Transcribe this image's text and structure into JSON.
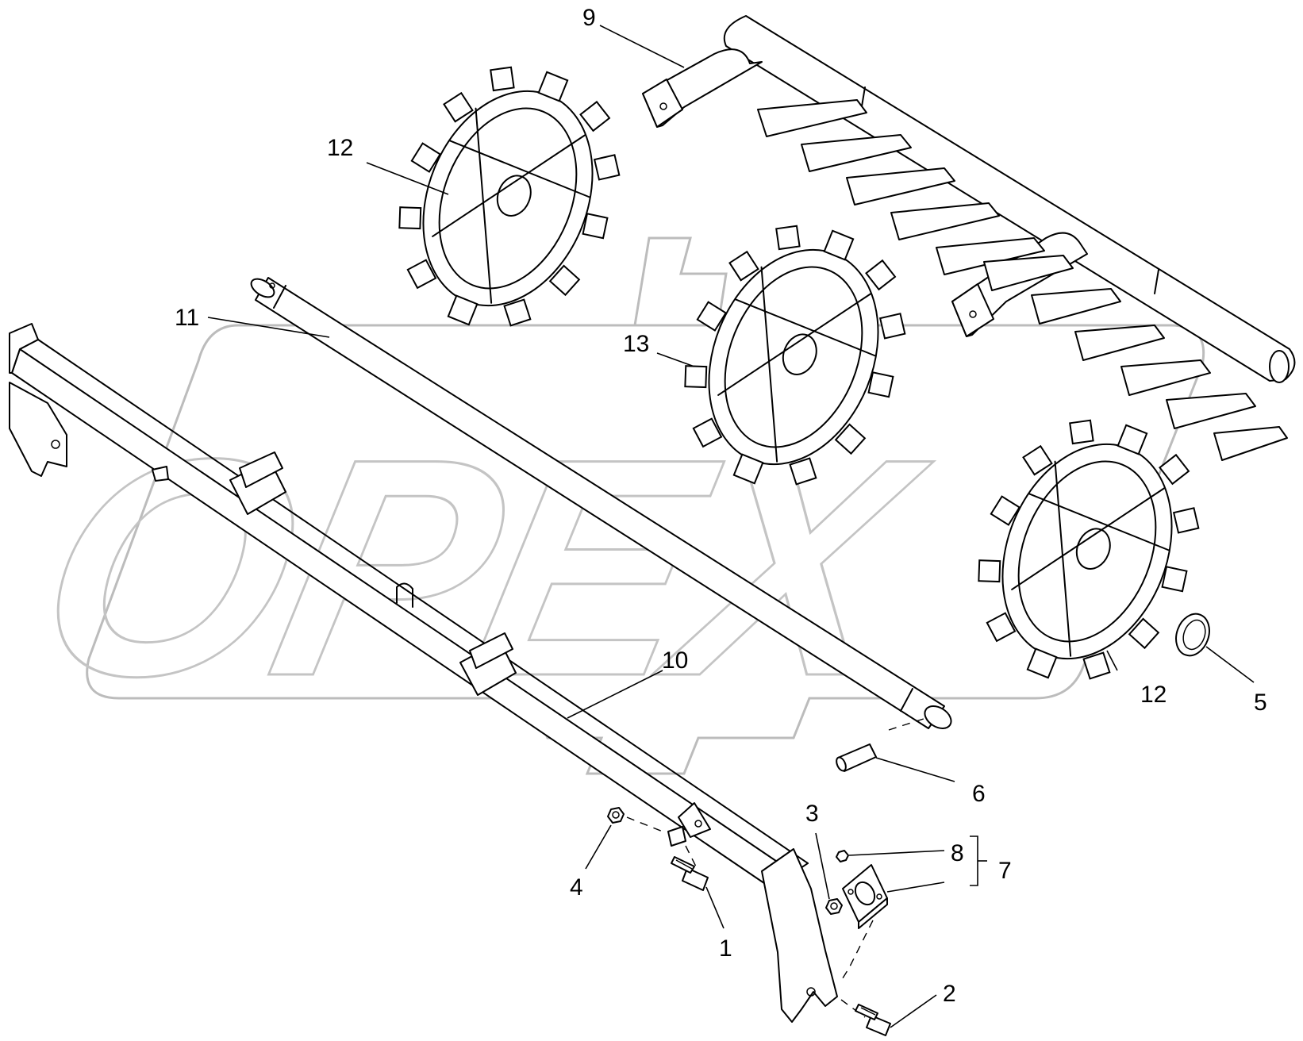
{
  "watermark": {
    "text": "OPEX"
  },
  "callouts": {
    "c1": "1",
    "c2": "2",
    "c3": "3",
    "c4": "4",
    "c5": "5",
    "c6": "6",
    "c7": "7",
    "c8": "8",
    "c9": "9",
    "c10": "10",
    "c11": "11",
    "c12a": "12",
    "c12b": "12",
    "c13": "13"
  },
  "colors": {
    "line": "#000000",
    "watermark": "#bcbcbc",
    "background": "#ffffff"
  }
}
